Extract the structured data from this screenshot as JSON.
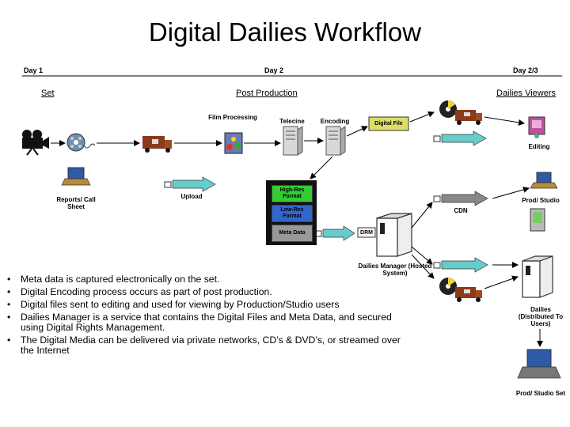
{
  "title": "Digital Dailies Workflow",
  "days": [
    "Day 1",
    "Day 2",
    "Day 2/3"
  ],
  "phases": [
    "Set",
    "Post Production",
    "Dailies Viewers"
  ],
  "labels": {
    "film_processing": "Film Processing",
    "telecine": "Telecine",
    "encoding": "Encoding",
    "digital_file": "Digital File",
    "editing": "Editing",
    "reports": "Reports/ Call Sheet",
    "upload": "Upload",
    "high_res": "High-Res Format",
    "low_res": "Low-Res Format",
    "meta_data": "Meta Data",
    "drm": "DRM",
    "cdn": "CDN",
    "dailies_manager": "Dailies Manager (Hosted System)",
    "prod_studio_1": "Prod/ Studio",
    "dailies": "Dailies (Distributed To Users)",
    "prod_studio_set": "Prod/ Studio Set"
  },
  "bullets": [
    "Meta data is captured electronically on the set.",
    "Digital Encoding process occurs as part of post production.",
    "Digital files sent to editing and used for viewing by Production/Studio users",
    "Dailies Manager is a service that contains the Digital Files and Meta Data, and secured using Digital Rights Management.",
    "The Digital Media can be delivered via private networks, CD’s & DVD’s, or streamed over the Internet"
  ],
  "colors": {
    "high_res": "#33cc33",
    "low_res": "#3366cc",
    "meta": "#999999",
    "digital_file": "#dddd66",
    "pipe": "#66cccc"
  }
}
